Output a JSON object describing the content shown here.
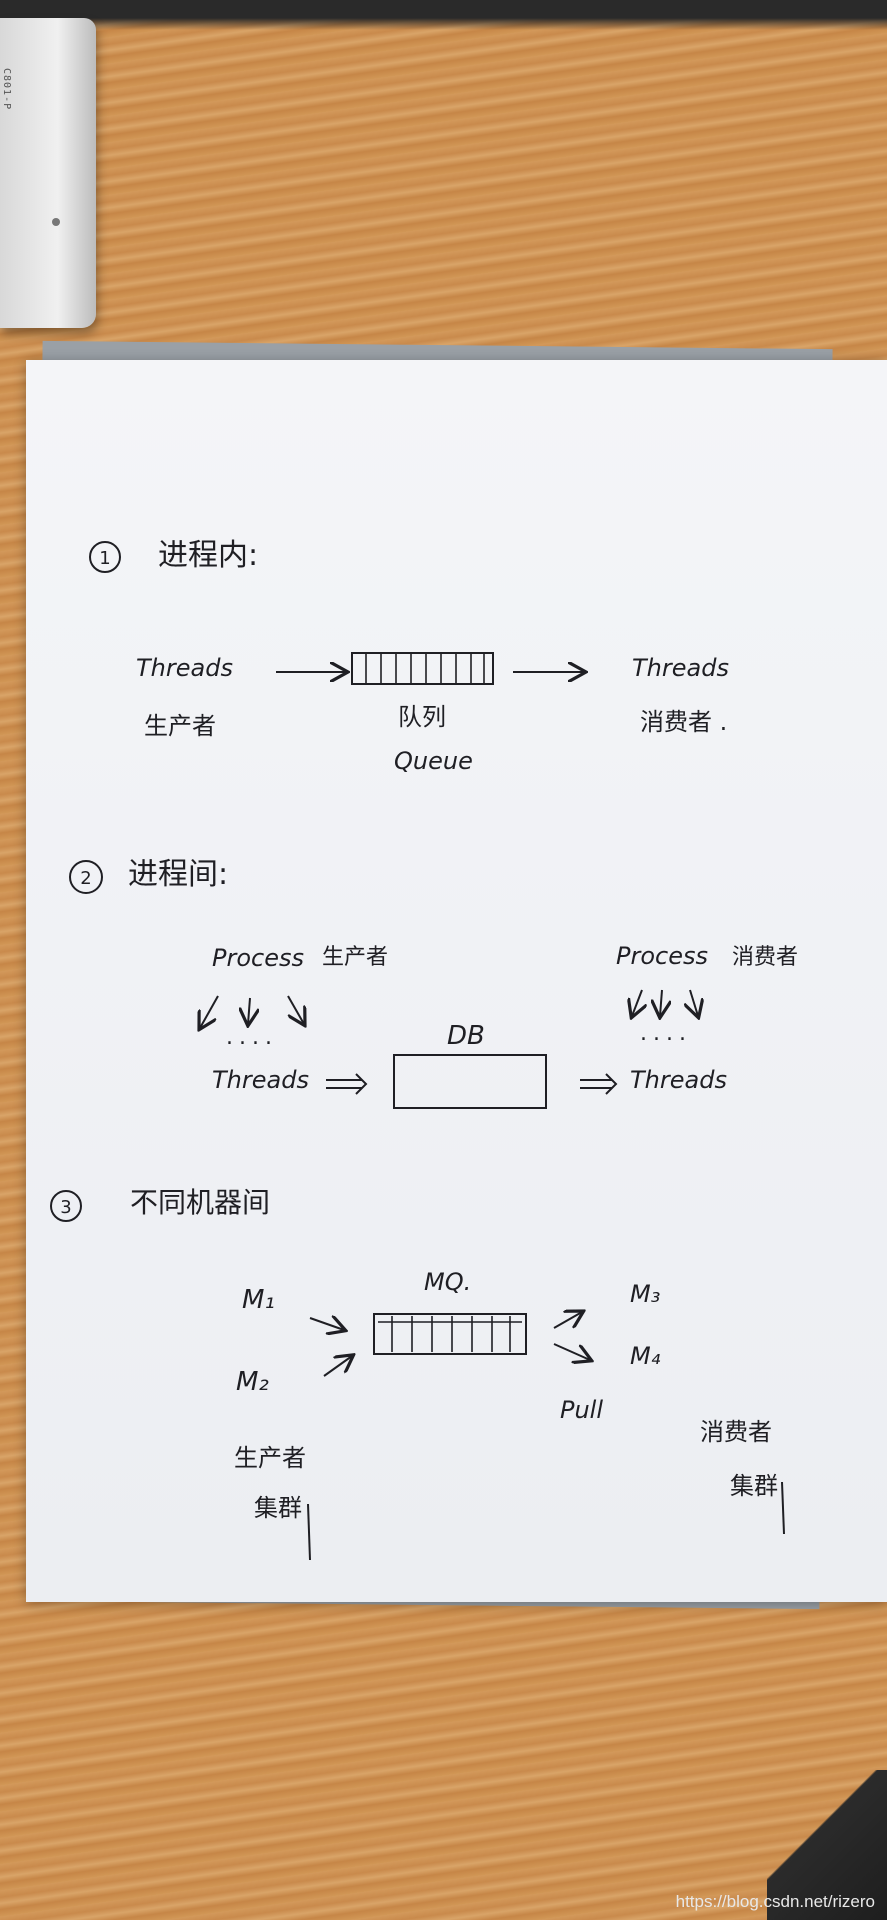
{
  "device": {
    "label": "C801-P"
  },
  "section1": {
    "number": "1",
    "heading": "进程内:",
    "producer_word": "Threads",
    "producer_label": "生产者",
    "queue_label": "队列",
    "queue_word": "Queue",
    "consumer_word": "Threads",
    "consumer_label": "消费者 ."
  },
  "section2": {
    "number": "2",
    "heading": "进程间:",
    "producer_process": "Process",
    "producer_label": "生产者",
    "producer_dots": "....",
    "producer_threads": "Threads",
    "db_label": "DB",
    "consumer_process": "Process",
    "consumer_label": "消费者",
    "consumer_dots": "....",
    "consumer_threads": "Threads"
  },
  "section3": {
    "number": "3",
    "heading": "不同机器间",
    "m1": "M₁",
    "m2": "M₂",
    "mq_label": "MQ.",
    "m3": "M₃",
    "m4": "M₄",
    "pull": "Pull",
    "producer_label": "生产者",
    "producer_cluster": "集群",
    "consumer_label": "消费者",
    "consumer_cluster": "集群"
  },
  "watermark": "https://blog.csdn.net/rizero"
}
